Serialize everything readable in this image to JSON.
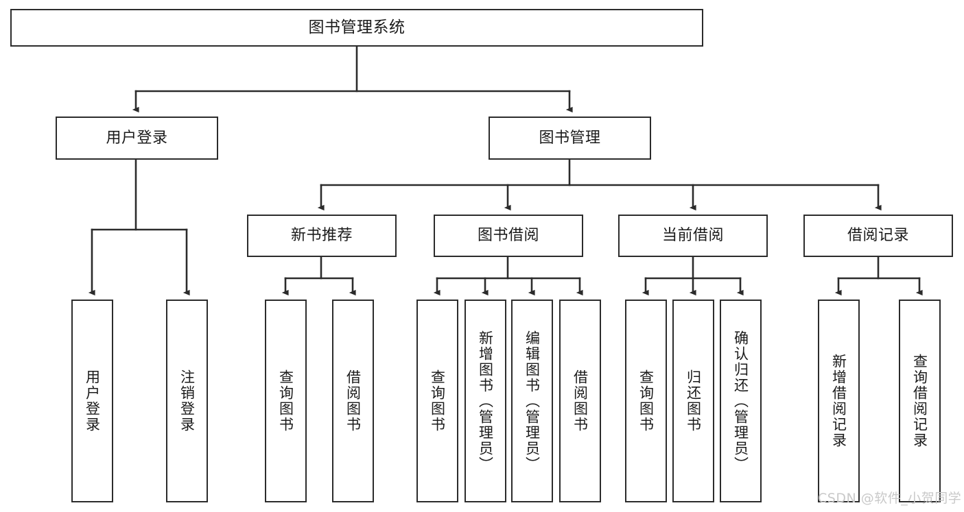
{
  "diagram": {
    "title": "图书管理系统",
    "watermark": "CSDN @软件_小贺同学",
    "colors": {
      "node_border": "#2b2b2b",
      "node_fill": "#ffffff",
      "edge": "#2b2b2b",
      "text": "#1a1a1a",
      "watermark": "#c9c9c9",
      "background": "#ffffff"
    },
    "root": {
      "label": "图书管理系统"
    },
    "level2": [
      {
        "label": "用户登录"
      },
      {
        "label": "图书管理"
      }
    ],
    "level3": [
      {
        "label": "新书推荐"
      },
      {
        "label": "图书借阅"
      },
      {
        "label": "当前借阅"
      },
      {
        "label": "借阅记录"
      }
    ],
    "leaves": {
      "user_login": [
        {
          "label": "用户登录"
        },
        {
          "label": "注销登录"
        }
      ],
      "new_book_recommend": [
        {
          "label": "查询图书"
        },
        {
          "label": "借阅图书"
        }
      ],
      "book_borrow": [
        {
          "label": "查询图书"
        },
        {
          "label": "新增图书（管理员）"
        },
        {
          "label": "编辑图书（管理员）"
        },
        {
          "label": "借阅图书"
        }
      ],
      "current_borrow": [
        {
          "label": "查询图书"
        },
        {
          "label": "归还图书"
        },
        {
          "label": "确认归还（管理员）"
        }
      ],
      "borrow_record": [
        {
          "label": "新增借阅记录"
        },
        {
          "label": "查询借阅记录"
        }
      ]
    }
  }
}
